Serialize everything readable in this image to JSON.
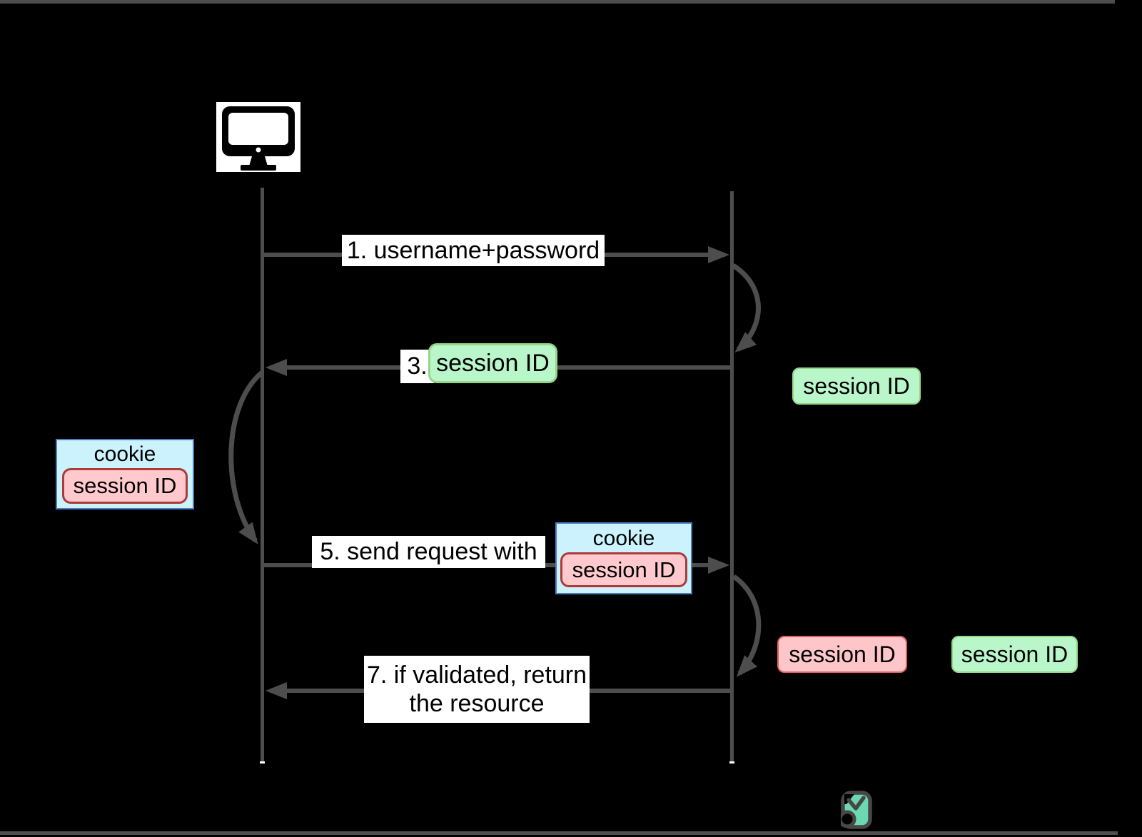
{
  "colors": {
    "background": "#000000",
    "line_gray": "#4d4d4d",
    "label_background": "#ffffff",
    "text": "#000000",
    "cookie_fill": "#ccf2fd",
    "cookie_border": "#4a7ebb",
    "pink_fill": "#ffc9cd",
    "pink_border": "#dd6060",
    "green_fill": "#b9f6ca",
    "green_border": "#96d689",
    "logo_teal": "#6ad9b2",
    "logo_outline": "#474747"
  },
  "client": {
    "icon": "desktop-monitor-icon"
  },
  "messages": [
    {
      "label": "1. username+password",
      "direction": "client-to-server"
    },
    {
      "prefix": "3.",
      "payload": "session ID",
      "direction": "server-to-client"
    },
    {
      "label": "5. send request with",
      "direction": "client-to-server",
      "cookie": {
        "title": "cookie",
        "value": "session ID"
      }
    },
    {
      "line1": "7. if validated, return",
      "line2": "the resource",
      "direction": "server-to-client"
    }
  ],
  "notes": {
    "server_session": {
      "text": "session ID",
      "style": "green"
    },
    "client_cookie": {
      "title": "cookie",
      "value": "session ID"
    },
    "lookup_request": {
      "text": "session ID",
      "style": "pink"
    },
    "lookup_store": {
      "text": "session ID",
      "style": "green"
    }
  },
  "logo": {
    "icon": "teal-owl-logo"
  }
}
